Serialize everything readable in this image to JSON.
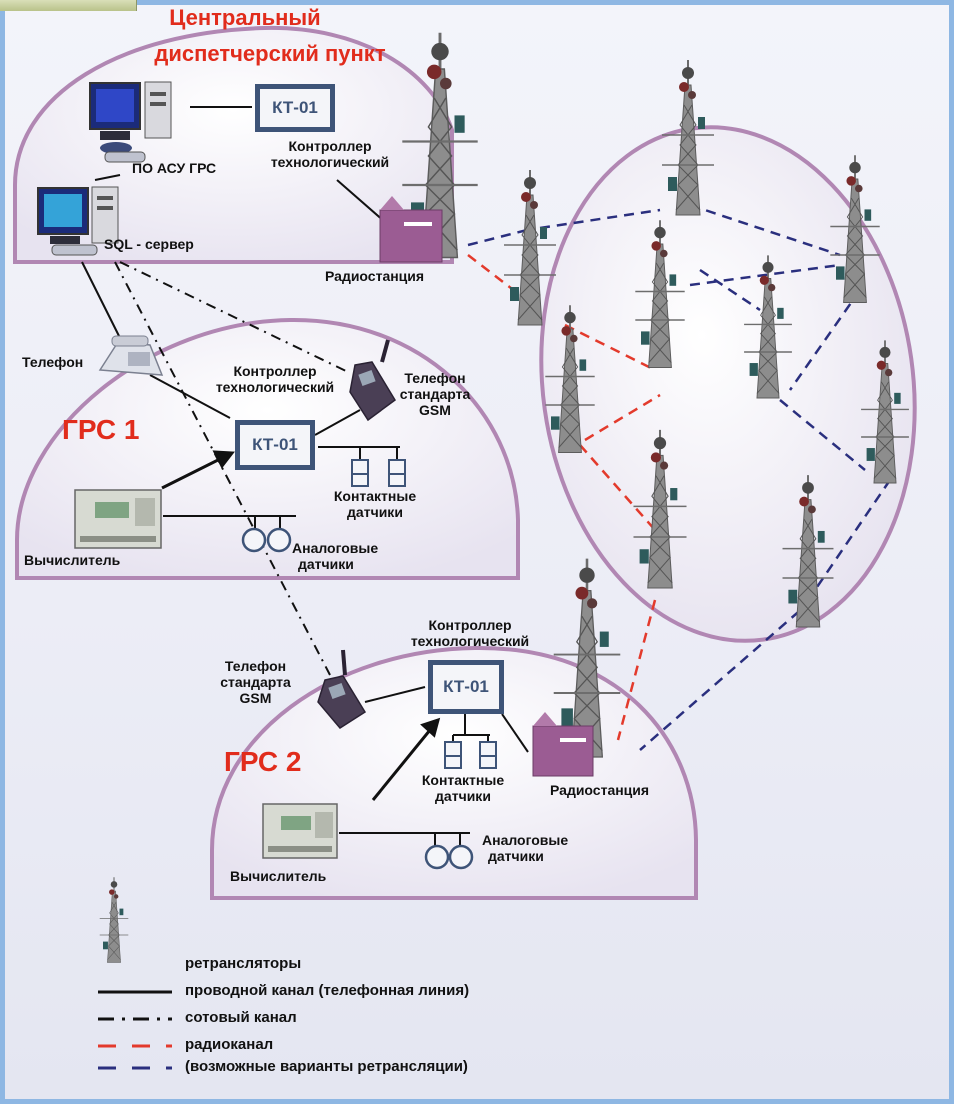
{
  "center": {
    "title_line1": "Центральный",
    "title_line2": "диспетчерский пункт",
    "software_label": "ПО АСУ ГРС",
    "sql_label": "SQL - сервер",
    "controller_line1": "Контроллер",
    "controller_line2": "технологический",
    "kt_label": "КТ-01",
    "radio_label": "Радиостанция"
  },
  "grs1": {
    "title": "ГРС 1",
    "phone_label": "Телефон",
    "controller_line1": "Контроллер",
    "controller_line2": "технологический",
    "gsm_line1": "Телефон",
    "gsm_line2": "стандарта",
    "gsm_line3": "GSM",
    "kt_label": "КТ-01",
    "contact_line1": "Контактные",
    "contact_line2": "датчики",
    "analog_line1": "Аналоговые",
    "analog_line2": "датчики",
    "calc_label": "Вычислитель"
  },
  "grs2": {
    "title": "ГРС 2",
    "gsm_line1": "Телефон",
    "gsm_line2": "стандарта",
    "gsm_line3": "GSM",
    "controller_line1": "Контроллер",
    "controller_line2": "технологический",
    "kt_label": "КТ-01",
    "contact_line1": "Контактные",
    "contact_line2": "датчики",
    "radio_label": "Радиостанция",
    "analog_line1": "Аналоговые",
    "analog_line2": "датчики",
    "calc_label": "Вычислитель"
  },
  "legend": {
    "repeaters": "ретрансляторы",
    "wired": "проводной канал (телефонная линия)",
    "cellular": "сотовый канал",
    "radio": "радиоканал",
    "relay": "(возможные варианты ретрансляции)"
  },
  "colors": {
    "dome_stroke": "#b187b3",
    "dome_fill": "#f0edf6",
    "title_red": "#e12c1c",
    "radio_red": "#e33a2c",
    "relay_blue": "#2a2f7e",
    "kt_frame": "#3e5478",
    "station_purple": "#9b5c93"
  },
  "icons": [
    "tower-icon",
    "computer-icon",
    "phone-icon",
    "gsm-phone-icon",
    "calculator-icon",
    "contact-sensor-icon",
    "analog-sensor-icon",
    "radio-station-icon"
  ]
}
